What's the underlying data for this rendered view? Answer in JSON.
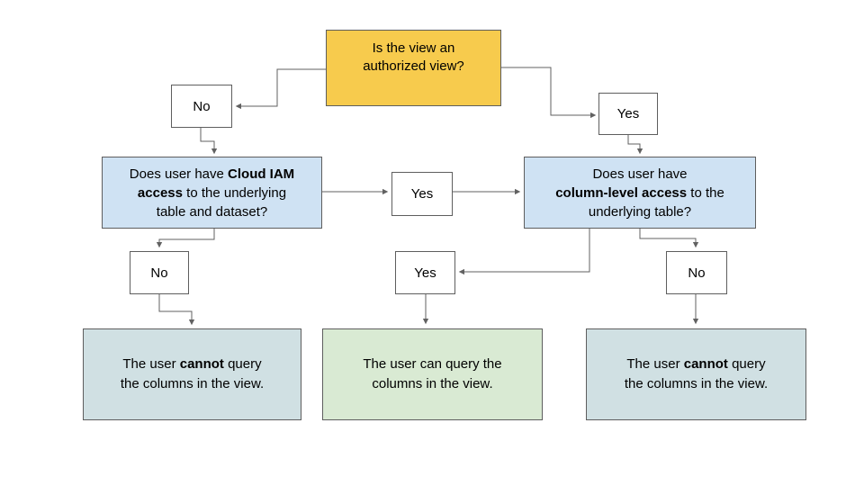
{
  "colors": {
    "root_fill": "#f7cb4d",
    "question_fill": "#cfe2f3",
    "outcome_negative_fill": "#d0e0e3",
    "outcome_positive_fill": "#d9ead3",
    "branch_fill": "#ffffff",
    "border": "#5e5e5e",
    "connector": "#616161",
    "text": "#000000"
  },
  "flowchart": {
    "root": {
      "lines": [
        {
          "pre": "Is the view an"
        },
        {
          "pre": "authorized view?"
        }
      ]
    },
    "branch_no_1": {
      "label": "No"
    },
    "branch_yes_1": {
      "label": "Yes"
    },
    "question_iam": {
      "lines": [
        {
          "pre": "Does user have ",
          "bold": "Cloud IAM",
          "post": ""
        },
        {
          "pre": "",
          "bold": "access",
          "post": " to the underlying"
        },
        {
          "pre": "table and dataset?",
          "bold": "",
          "post": ""
        }
      ]
    },
    "branch_yes_2": {
      "label": "Yes"
    },
    "question_column": {
      "lines": [
        {
          "pre": "Does user have",
          "bold": "",
          "post": ""
        },
        {
          "pre": "",
          "bold": "column-level access",
          "post": " to the"
        },
        {
          "pre": "underlying table?",
          "bold": "",
          "post": ""
        }
      ]
    },
    "branch_no_2": {
      "label": "No"
    },
    "branch_yes_3": {
      "label": "Yes"
    },
    "branch_no_3": {
      "label": "No"
    },
    "outcome_left": {
      "lines": [
        {
          "pre": "The user ",
          "bold": "cannot",
          "post": " query"
        },
        {
          "pre": "the columns in the view.",
          "bold": "",
          "post": ""
        }
      ]
    },
    "outcome_middle": {
      "lines": [
        {
          "pre": "The user can query the",
          "bold": "",
          "post": ""
        },
        {
          "pre": "columns in the view.",
          "bold": "",
          "post": ""
        }
      ]
    },
    "outcome_right": {
      "lines": [
        {
          "pre": "The user ",
          "bold": "cannot",
          "post": " query"
        },
        {
          "pre": "the columns in the view.",
          "bold": "",
          "post": ""
        }
      ]
    }
  }
}
